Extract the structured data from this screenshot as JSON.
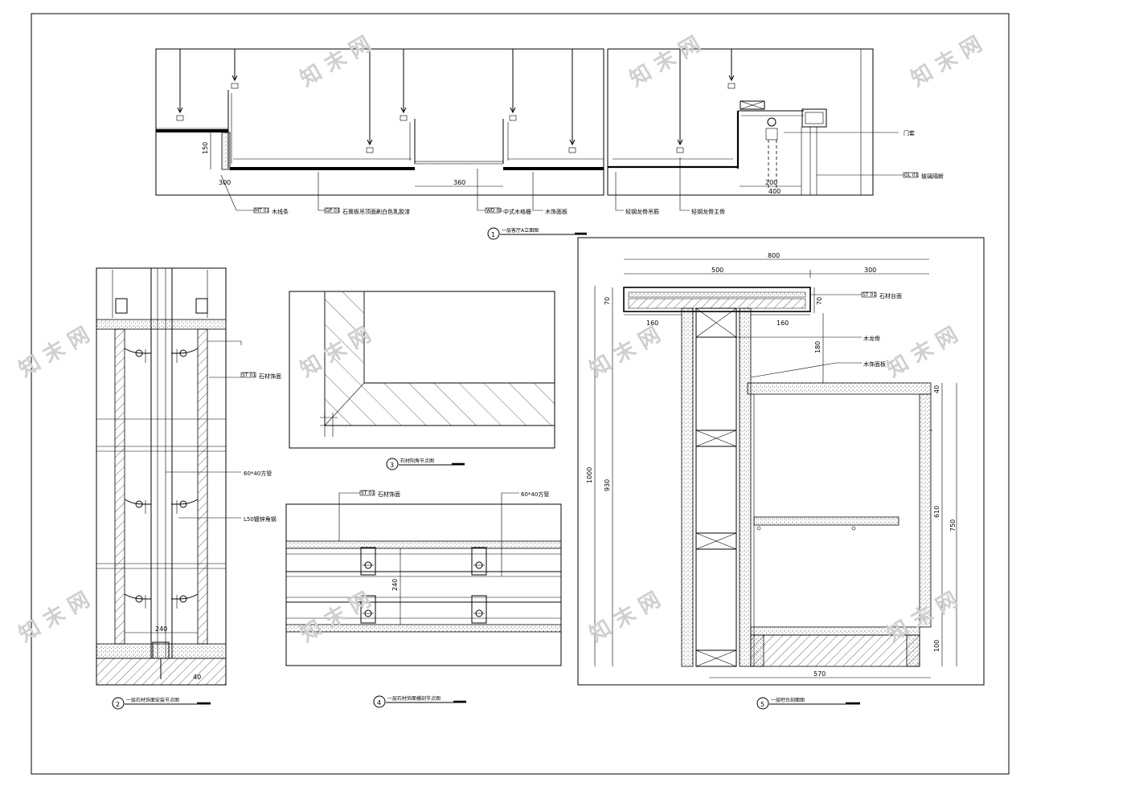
{
  "watermark": "知 末 网",
  "view1": {
    "number": "1",
    "title": "一层客厅A立面图",
    "dims": {
      "h150": "150",
      "w300": "300",
      "w360": "360",
      "w200": "200",
      "w400": "400"
    },
    "labels": {
      "wood_line": "木线条",
      "gypsum_board": "石膏板吊顶面刷白色乳胶漆",
      "wood_ceiling": "中式木格栅",
      "wood_veneer": "木饰面板",
      "steel_keel": "轻钢龙骨吊筋",
      "steel_main": "轻钢龙骨主骨",
      "door_head": "门套",
      "glass_bolt": "玻璃隔断"
    },
    "tags": {
      "mt01": "MT 01",
      "gp01": "GP 01",
      "wd01": "WD 01",
      "gl01": "GL 01"
    }
  },
  "view2": {
    "number": "2",
    "title": "一层石材饰面安装节点图",
    "dims": {
      "w240": "240",
      "h40": "40"
    },
    "labels": {
      "stone_face": "石材饰面",
      "steel_pipe": "60*40方管",
      "angle_steel": "L50镀锌角钢"
    },
    "tags": {
      "st01": "ST 01"
    }
  },
  "view3": {
    "number": "3",
    "title": "石材阳角节点图"
  },
  "view4": {
    "number": "4",
    "title": "一层石材饰面横剖节点图",
    "dims": {
      "h240": "240"
    },
    "labels": {
      "stone_face": "石材饰面",
      "steel_pipe": "60*40方管"
    },
    "tags": {
      "st01": "ST 01"
    }
  },
  "view5": {
    "number": "5",
    "title": "一层吧台剖面图",
    "dims": {
      "w800": "800",
      "w500": "500",
      "w300": "300",
      "h70a": "70",
      "h70b": "70",
      "w160a": "160",
      "w160b": "160",
      "h180": "180",
      "h1000": "1000",
      "h930": "930",
      "h40": "40",
      "h610": "610",
      "h750": "750",
      "h100": "100",
      "w570": "570"
    },
    "labels": {
      "stone_top": "石材台面",
      "wood_keel": "木龙骨",
      "wood_veneer": "木饰面板"
    },
    "tags": {
      "st01": "ST 01"
    }
  }
}
